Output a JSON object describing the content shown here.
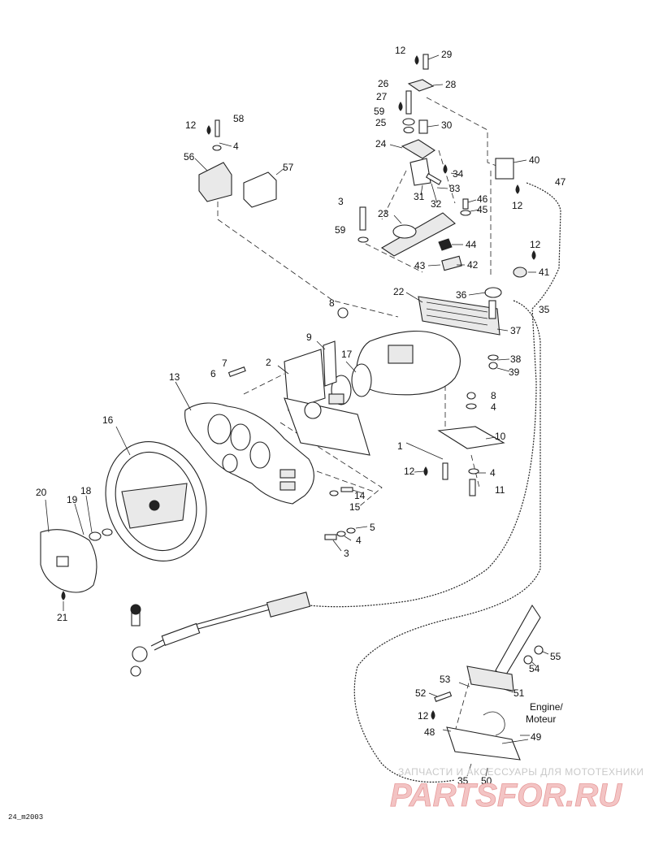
{
  "callouts": [
    {
      "id": "c-12a",
      "text": "12"
    },
    {
      "id": "c-29",
      "text": "29"
    },
    {
      "id": "c-26",
      "text": "26"
    },
    {
      "id": "c-28",
      "text": "28"
    },
    {
      "id": "c-27",
      "text": "27"
    },
    {
      "id": "c-59a",
      "text": "59"
    },
    {
      "id": "c-30",
      "text": "30"
    },
    {
      "id": "c-25",
      "text": "25"
    },
    {
      "id": "c-24",
      "text": "24"
    },
    {
      "id": "c-40",
      "text": "40"
    },
    {
      "id": "c-34",
      "text": "34"
    },
    {
      "id": "c-47",
      "text": "47"
    },
    {
      "id": "c-33",
      "text": "33"
    },
    {
      "id": "c-31",
      "text": "31"
    },
    {
      "id": "c-32",
      "text": "32"
    },
    {
      "id": "c-46",
      "text": "46"
    },
    {
      "id": "c-12b",
      "text": "12"
    },
    {
      "id": "c-45",
      "text": "45"
    },
    {
      "id": "c-3a",
      "text": "3"
    },
    {
      "id": "c-23",
      "text": "23"
    },
    {
      "id": "c-59b",
      "text": "59"
    },
    {
      "id": "c-44",
      "text": "44"
    },
    {
      "id": "c-12c",
      "text": "12"
    },
    {
      "id": "c-43",
      "text": "43"
    },
    {
      "id": "c-42",
      "text": "42"
    },
    {
      "id": "c-41",
      "text": "41"
    },
    {
      "id": "c-12d",
      "text": "12"
    },
    {
      "id": "c-58",
      "text": "58"
    },
    {
      "id": "c-4a",
      "text": "4"
    },
    {
      "id": "c-56",
      "text": "56"
    },
    {
      "id": "c-57",
      "text": "57"
    },
    {
      "id": "c-22",
      "text": "22"
    },
    {
      "id": "c-36",
      "text": "36"
    },
    {
      "id": "c-35a",
      "text": "35"
    },
    {
      "id": "c-8a",
      "text": "8"
    },
    {
      "id": "c-37",
      "text": "37"
    },
    {
      "id": "c-9",
      "text": "9"
    },
    {
      "id": "c-17",
      "text": "17"
    },
    {
      "id": "c-38",
      "text": "38"
    },
    {
      "id": "c-39",
      "text": "39"
    },
    {
      "id": "c-7",
      "text": "7"
    },
    {
      "id": "c-2",
      "text": "2"
    },
    {
      "id": "c-6",
      "text": "6"
    },
    {
      "id": "c-13",
      "text": "13"
    },
    {
      "id": "c-8b",
      "text": "8"
    },
    {
      "id": "c-4b",
      "text": "4"
    },
    {
      "id": "c-16",
      "text": "16"
    },
    {
      "id": "c-10",
      "text": "10"
    },
    {
      "id": "c-1",
      "text": "1"
    },
    {
      "id": "c-12e",
      "text": "12"
    },
    {
      "id": "c-4c",
      "text": "4"
    },
    {
      "id": "c-11",
      "text": "11"
    },
    {
      "id": "c-20",
      "text": "20"
    },
    {
      "id": "c-18",
      "text": "18"
    },
    {
      "id": "c-19",
      "text": "19"
    },
    {
      "id": "c-14",
      "text": "14"
    },
    {
      "id": "c-15",
      "text": "15"
    },
    {
      "id": "c-5",
      "text": "5"
    },
    {
      "id": "c-4d",
      "text": "4"
    },
    {
      "id": "c-3b",
      "text": "3"
    },
    {
      "id": "c-21",
      "text": "21"
    },
    {
      "id": "c-55",
      "text": "55"
    },
    {
      "id": "c-54",
      "text": "54"
    },
    {
      "id": "c-53",
      "text": "53"
    },
    {
      "id": "c-51",
      "text": "51"
    },
    {
      "id": "c-52",
      "text": "52"
    },
    {
      "id": "c-12f",
      "text": "12"
    },
    {
      "id": "c-48",
      "text": "48"
    },
    {
      "id": "c-49",
      "text": "49"
    },
    {
      "id": "c-35b",
      "text": "35"
    },
    {
      "id": "c-50",
      "text": "50"
    }
  ],
  "notes": {
    "engine_en": "Engine/",
    "engine_fr": "Moteur",
    "figure_code": "24_m2003"
  },
  "watermark": {
    "tagline": "ЗАПЧАСТИ И АКСЕССУАРЫ ДЛЯ МОТОТЕХНИКИ",
    "logo": "PARTSFOR.RU"
  },
  "icons": [
    "sealant-drop-icon"
  ],
  "colors": {
    "line": "#222222",
    "watermark_text": "#c9c9c9",
    "watermark_logo": "#e79b9b"
  }
}
